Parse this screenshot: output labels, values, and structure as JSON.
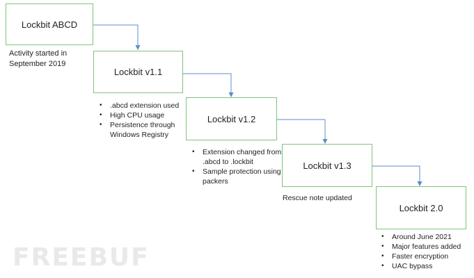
{
  "stages": [
    {
      "label": "Lockbit ABCD",
      "notes": [
        "Activity started in",
        "September 2019"
      ],
      "bulleted": false
    },
    {
      "label": "Lockbit v1.1",
      "notes": [
        ".abcd extension used",
        "High CPU usage",
        "Persistence through Windows Registry"
      ],
      "bulleted": true
    },
    {
      "label": "Lockbit v1.2",
      "notes": [
        "Extension changed from .abcd to .lockbit",
        "Sample protection using packers"
      ],
      "bulleted": true
    },
    {
      "label": "Lockbit v1.3",
      "notes": [
        "Rescue note updated"
      ],
      "bulleted": false
    },
    {
      "label": "Lockbit 2.0",
      "notes": [
        "Around June 2021",
        "Major features added",
        "Faster encryption",
        "UAC bypass"
      ],
      "bulleted": true
    }
  ],
  "watermark": "FREEBUF",
  "colors": {
    "box_border": "#7fc47a",
    "arrow": "#5b8cc9"
  }
}
